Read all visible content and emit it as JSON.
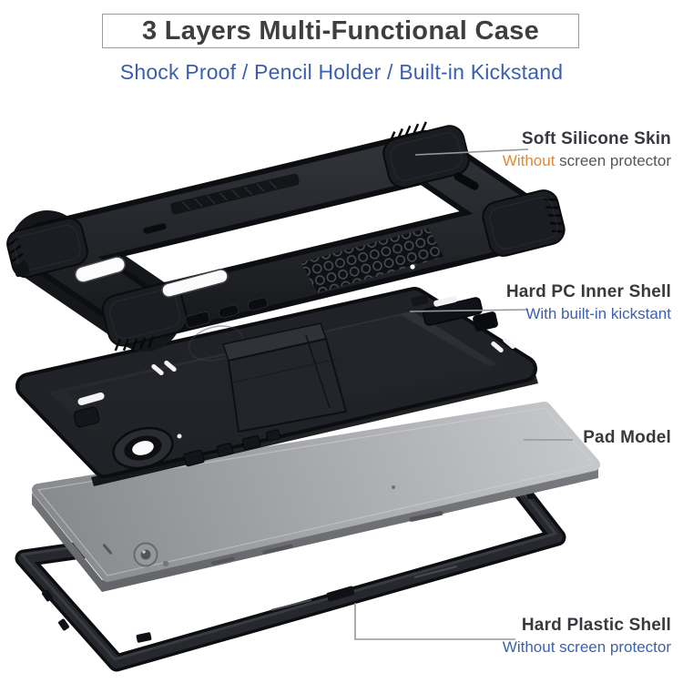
{
  "header": {
    "title": "3 Layers Multi-Functional Case",
    "subtitle": "Shock Proof / Pencil Holder / Built-in Kickstand",
    "title_color": "#3e3e41",
    "subtitle_color": "#3a5fb0"
  },
  "annotations": [
    {
      "title": "Soft Silicone Skin",
      "sub_highlight": "Without",
      "sub_rest": " screen protector",
      "highlight_color": "#e6862e"
    },
    {
      "title": "Hard PC Inner Shell",
      "sub": "With built-in kickstant",
      "sub_color": "#3a62b0"
    },
    {
      "title": "Pad Model"
    },
    {
      "title": "Hard Plastic Shell",
      "sub": "Without screen protector",
      "sub_color": "#3a62b0"
    }
  ],
  "diagram": {
    "layers": [
      "soft-silicone-skin",
      "hard-pc-inner-shell",
      "tablet",
      "hard-plastic-shell"
    ],
    "colors": {
      "case_black": "#1d1f24",
      "tablet_gray": "#9b9ca0",
      "leader_line": "#97989c"
    }
  }
}
